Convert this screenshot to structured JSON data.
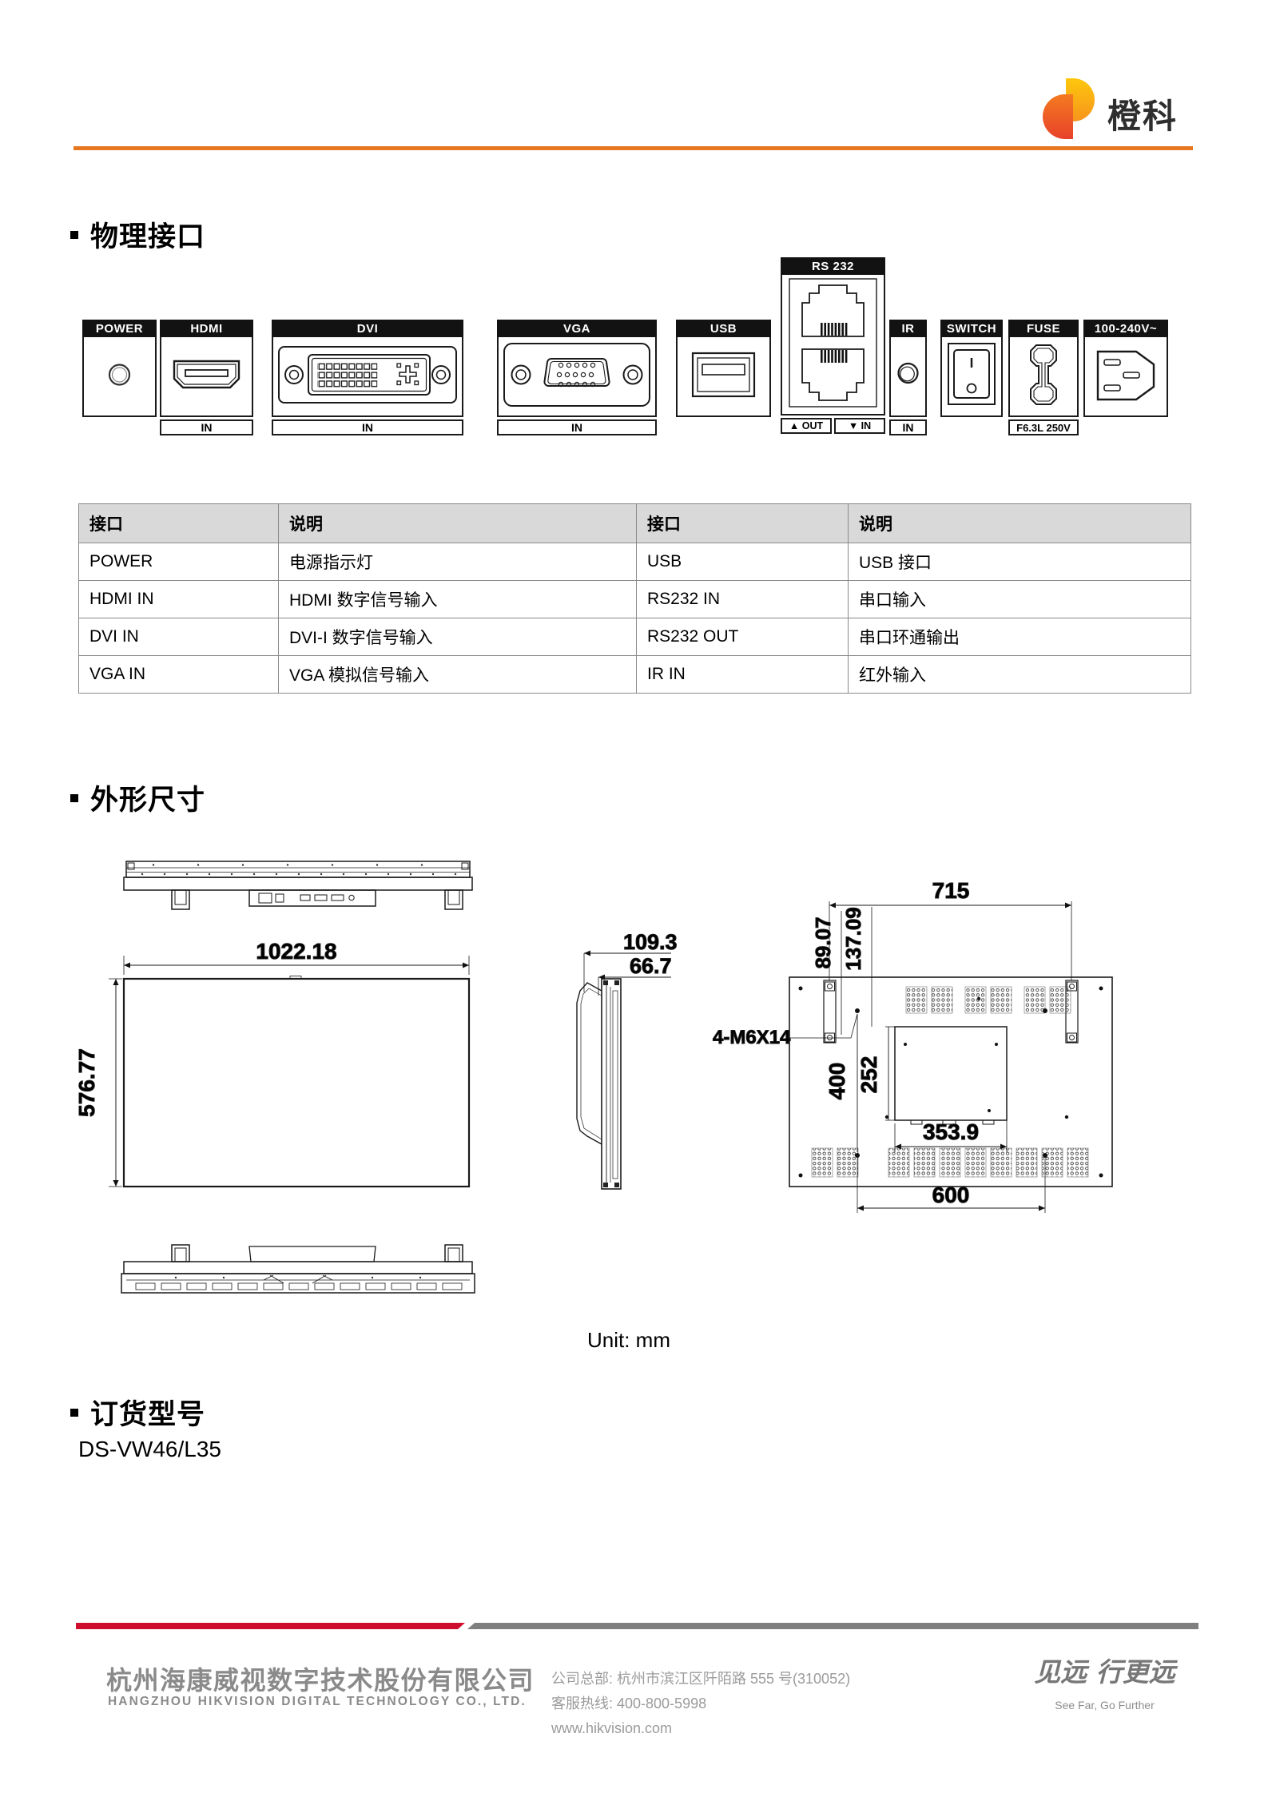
{
  "header": {
    "logo_text": "橙科"
  },
  "sections": {
    "physical": "物理接口",
    "dimensions": "外形尺寸",
    "order": "订货型号"
  },
  "ports": {
    "power": {
      "label": "POWER"
    },
    "hdmi": {
      "label": "HDMI",
      "sub": "IN"
    },
    "dvi": {
      "label": "DVI",
      "sub": "IN"
    },
    "vga": {
      "label": "VGA",
      "sub": "IN"
    },
    "usb": {
      "label": "USB"
    },
    "rs232": {
      "label": "RS 232",
      "sub_out": "▲ OUT",
      "sub_in": "▼ IN"
    },
    "ir": {
      "label": "IR",
      "sub": "IN"
    },
    "switch": {
      "label": "SWITCH"
    },
    "fuse": {
      "label": "FUSE",
      "sub": "F6.3L 250V"
    },
    "ac": {
      "label": "100-240V~"
    }
  },
  "port_table": {
    "headers": [
      "接口",
      "说明",
      "接口",
      "说明"
    ],
    "rows": [
      [
        "POWER",
        "电源指示灯",
        "USB",
        "USB 接口"
      ],
      [
        "HDMI IN",
        "HDMI 数字信号输入",
        "RS232 IN",
        "串口输入"
      ],
      [
        "DVI IN",
        "DVI-I 数字信号输入",
        "RS232 OUT",
        "串口环通输出"
      ],
      [
        "VGA IN",
        "VGA 模拟信号输入",
        "IR IN",
        "红外输入"
      ]
    ]
  },
  "dims": {
    "front_width": "1022.18",
    "front_height": "576.77",
    "depth_total": "109.3",
    "depth_body": "66.7",
    "rear_rail_span": "715",
    "rear_offset1": "89.07",
    "rear_offset2": "137.09",
    "screw_note": "4-M6X14",
    "vesa_vertical": "400",
    "box_height": "252",
    "box_width": "353.9",
    "vesa_horizontal": "600",
    "unit": "Unit: mm"
  },
  "order": {
    "model": "DS-VW46/L35"
  },
  "footer": {
    "company_cn": "杭州海康威视数字技术股份有限公司",
    "company_en": "HANGZHOU HIKVISION DIGITAL TECHNOLOGY CO., LTD.",
    "hq": "公司总部: 杭州市滨江区阡陌路 555 号(310052)",
    "hotline": "客服热线: 400-800-5998",
    "website": "www.hikvision.com",
    "slogan_cn": "见远 行更远",
    "slogan_en": "See Far, Go Further"
  },
  "colors": {
    "accent_orange": "#E87722",
    "footer_red": "#CE0E2D",
    "footer_gray": "#7F7F7F",
    "table_header_bg": "#D9D9D9",
    "logo_yellow": "#FDB913",
    "logo_orange": "#F15A22"
  }
}
